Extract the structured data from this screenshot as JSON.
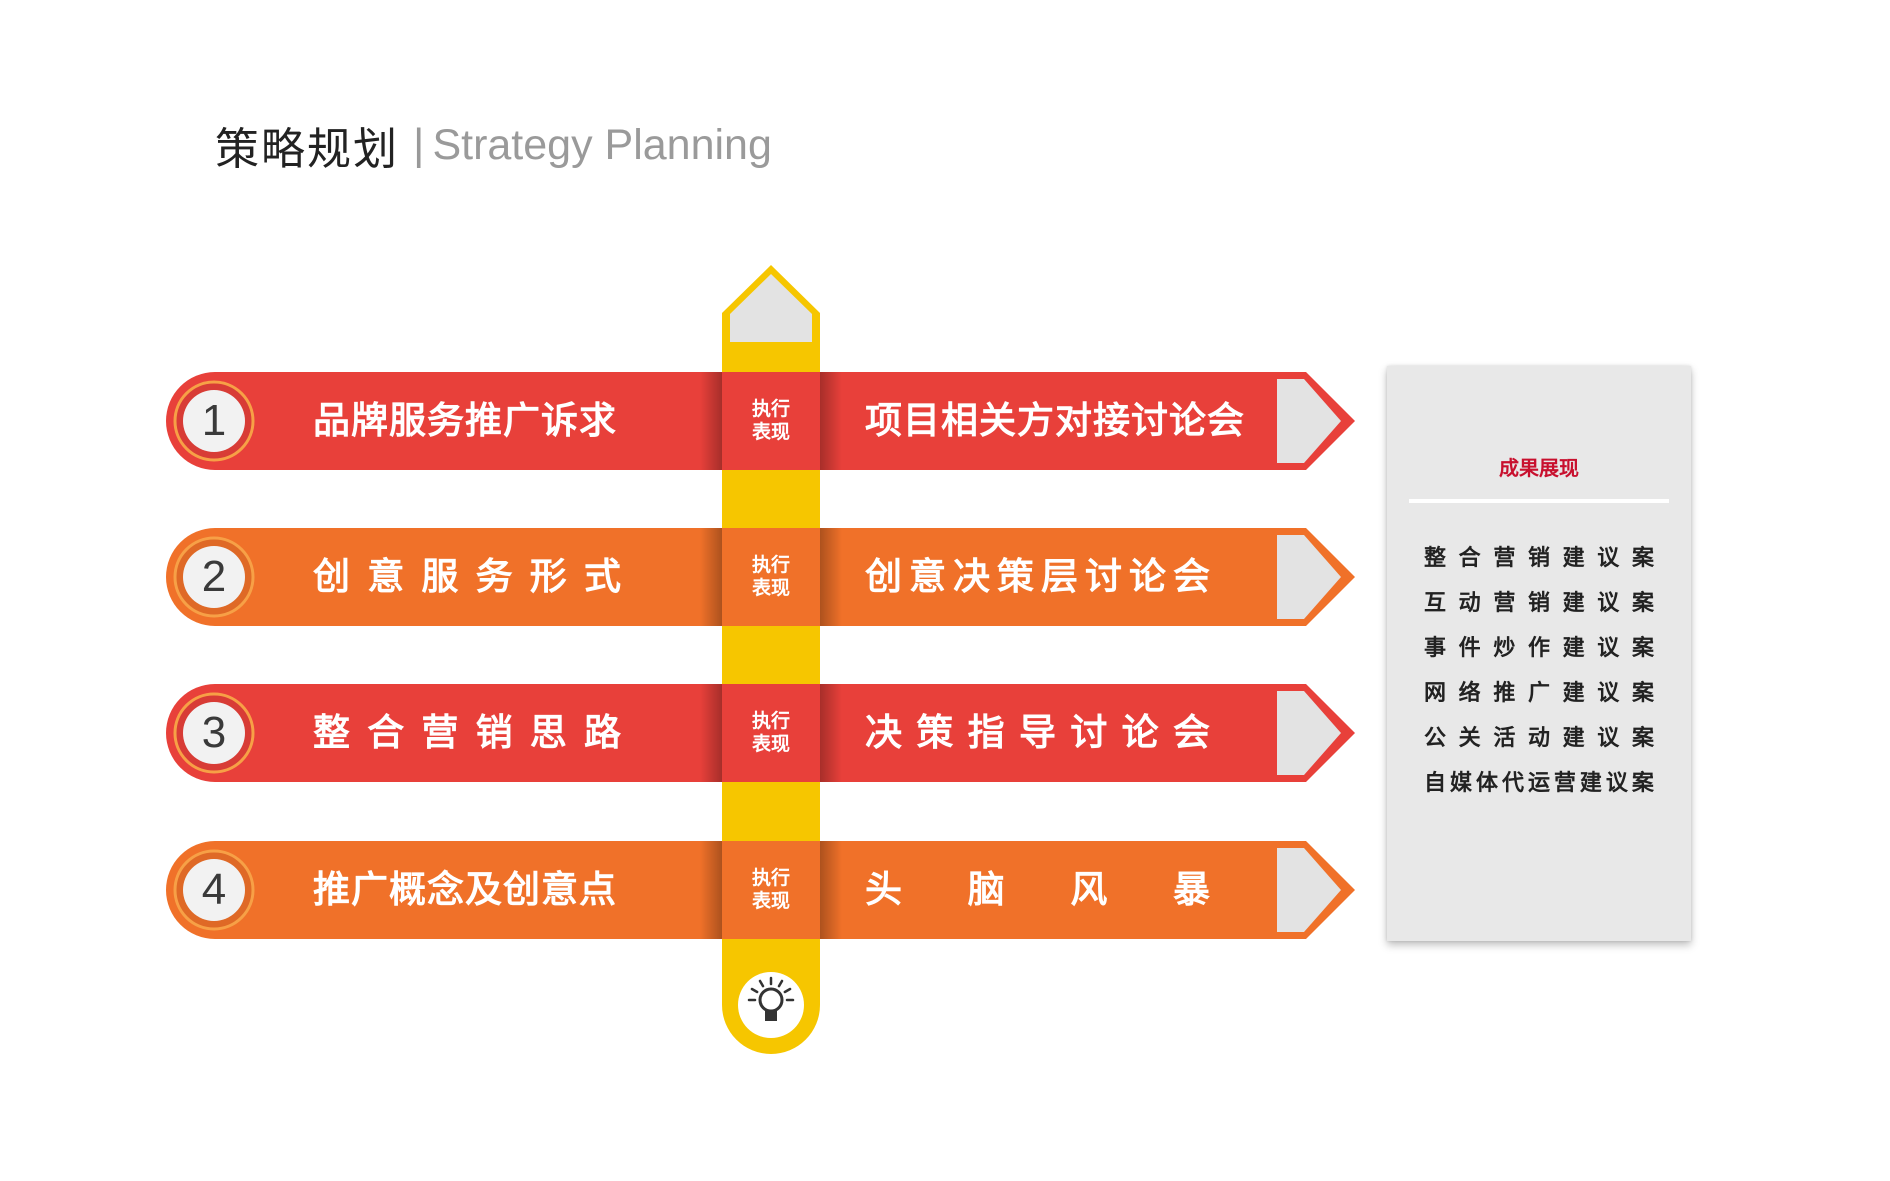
{
  "title": {
    "cn": "策略规划",
    "separator": "|",
    "en": "Strategy Planning"
  },
  "colors": {
    "red": "#e8403a",
    "orange": "#f07129",
    "yellow": "#f6c600",
    "grey_tip": "#e3e3e3",
    "accent": "#c8102e"
  },
  "rows": [
    {
      "number": "1",
      "left": "品牌服务推广诉求",
      "exec": [
        "执行",
        "表现"
      ],
      "right": "项目相关方对接讨论会",
      "color": "red",
      "left_tight": true,
      "right_tight": true
    },
    {
      "number": "2",
      "left": "创意服务形式",
      "exec": [
        "执行",
        "表现"
      ],
      "right": "创意决策层讨论会",
      "color": "orange",
      "left_tight": false,
      "right_tight": false
    },
    {
      "number": "3",
      "left": "整合营销思路",
      "exec": [
        "执行",
        "表现"
      ],
      "right": "决策指导讨论会",
      "color": "red",
      "left_tight": false,
      "right_tight": false
    },
    {
      "number": "4",
      "left": "推广概念及创意点",
      "exec": [
        "执行",
        "表现"
      ],
      "right": "头脑风暴",
      "color": "orange",
      "left_tight": true,
      "right_tight": false
    }
  ],
  "center_icon": "lightbulb-icon",
  "result": {
    "title": "成果展现",
    "items": [
      "整合营销建议案",
      "互动营销建议案",
      "事件炒作建议案",
      "网络推广建议案",
      "公关活动建议案",
      "自媒体代运营建议案"
    ]
  }
}
